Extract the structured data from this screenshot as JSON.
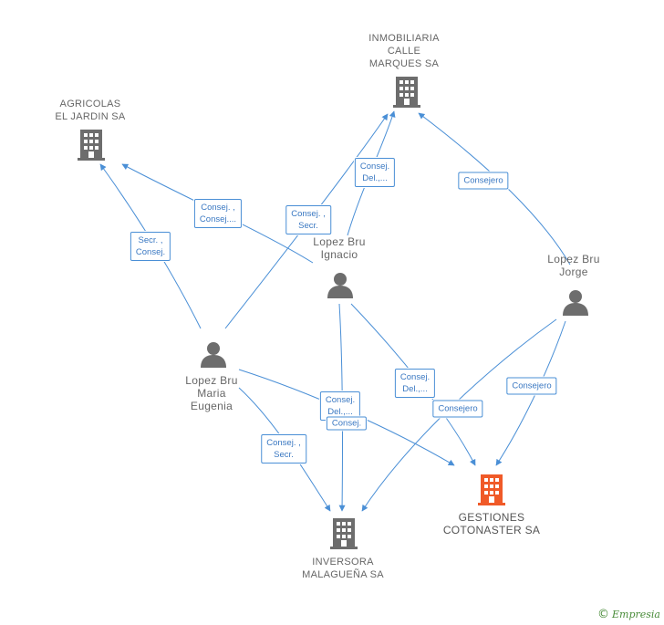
{
  "nodes": {
    "inmobiliaria": {
      "label": "INMOBILIARIA\nCALLE\nMARQUES SA",
      "kind": "company"
    },
    "agricolas": {
      "label": "AGRICOLAS\nEL JARDIN SA",
      "kind": "company"
    },
    "lopez_ignacio": {
      "label": "Lopez Bru\nIgnacio",
      "kind": "person"
    },
    "lopez_jorge": {
      "label": "Lopez Bru\nJorge",
      "kind": "person"
    },
    "lopez_maria": {
      "label": "Lopez Bru\nMaria\nEugenia",
      "kind": "person"
    },
    "gestiones": {
      "label": "GESTIONES\nCOTONASTER SA",
      "kind": "company-main"
    },
    "inversora": {
      "label": "INVERSORA\nMALAGUEÑA SA",
      "kind": "company"
    }
  },
  "edges": [
    {
      "id": "e1",
      "label": "Consej.\nDel.,..."
    },
    {
      "id": "e2",
      "label": "Consej. ,\nSecr."
    },
    {
      "id": "e3",
      "label": "Consejero"
    },
    {
      "id": "e4",
      "label": "Consej. ,\nConsej...."
    },
    {
      "id": "e5",
      "label": "Secr. ,\nConsej."
    },
    {
      "id": "e6",
      "label": "Consej.\nDel.,..."
    },
    {
      "id": "e7",
      "label": "Consej.\nDel.,..."
    },
    {
      "id": "e8",
      "label": "Consej."
    },
    {
      "id": "e9",
      "label": "Consejero"
    },
    {
      "id": "e10",
      "label": "Consejero"
    },
    {
      "id": "e11",
      "label": "Consej. ,\nSecr."
    }
  ],
  "footer": {
    "copyright": "©",
    "brand": "Empresia"
  },
  "colors": {
    "edge": "#4a8fd6",
    "icon": "#6d6d6d",
    "main_icon": "#f05a28"
  }
}
